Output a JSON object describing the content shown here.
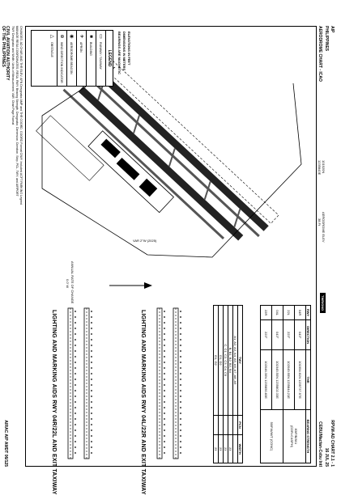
{
  "header": {
    "left_top": "AIP",
    "left_sub": "PHILIPPINES",
    "right_top": "RPVM-AD CHART 2.1 - 1",
    "right_date": "16 JUL 25",
    "chart_title": "AERODROME CHART - ICAO",
    "coords_lat": "101920N",
    "coords_lon": "1235843E",
    "elev_label": "AERODROME ELEV",
    "elev_value": "38 Ft",
    "badge": "TWR/GND",
    "airport": "CEBU/Mactan-Cebu Intl"
  },
  "runway_table": {
    "columns": [
      "RWY",
      "DIRECTION",
      "THR",
      "BEARING STRENGTH"
    ],
    "rows": [
      {
        "rwy": "04R",
        "dir": "043°",
        "thr": "101954.61N 1235737.57E"
      },
      {
        "rwy": "22L",
        "dir": "223°",
        "thr": "102049.95N 1235844.21E"
      },
      {
        "rwy": "04L",
        "dir": "043°",
        "thr": "101945.50N 1235802.33E"
      },
      {
        "rwy": "22R",
        "dir": "223°",
        "thr": "102046.30N 1235850.83E"
      }
    ],
    "strength_a": "83/F/B/X/U",
    "strength_b": "(CDR=C4SPH)",
    "strength_c": "50/F/A/W/T (CONC)"
  },
  "twy_table": {
    "columns": [
      "TWY",
      "PCN",
      "WIDTH"
    ],
    "rows": [
      {
        "twy": "A1, A2, A3, A4, A5, A6, A7, A8, A9",
        "pcn": "",
        "width": ""
      },
      {
        "twy": "B, B1, B2, B3, B4",
        "pcn": "",
        "width": "23"
      },
      {
        "twy": "C, C1, C2, C3, C4, C5",
        "pcn": "",
        "width": "23"
      },
      {
        "twy": "D1, D2",
        "pcn": "",
        "width": "23"
      },
      {
        "twy": "G1, G2",
        "pcn": "",
        "width": "23"
      }
    ]
  },
  "magvar": {
    "label": "VAR 2°W (2025)",
    "annual_label": "ANNUAL RATE OF CHANGE",
    "annual_value": "0.0' W"
  },
  "sections": {
    "lighting_22r": "LIGHTING AND MARKING AIDS RWY 04L/22R AND EXIT TAXIWAY",
    "lighting_22l": "LIGHTING AND MARKING AIDS RWY 04R/22L AND EXIT TAXIWAY"
  },
  "notes": {
    "elevations": "ELEVATIONS IN FEET",
    "dimensions": "DIMENSIONS IN METERS",
    "bearings": "BEARINGS ARE MAGNETIC"
  },
  "legend": {
    "title": "LEGEND",
    "items": [
      {
        "sym": "▭",
        "label": "RUNWAY / TAXIWAY"
      },
      {
        "sym": "■",
        "label": "BUILDING"
      },
      {
        "sym": "✈",
        "label": "APRON"
      },
      {
        "sym": "◉",
        "label": "AERODROME BEACON"
      },
      {
        "sym": "⊕",
        "label": "WIND DIRECTION INDICATOR"
      },
      {
        "sym": "△",
        "label": "OBSTACLE"
      }
    ]
  },
  "changes": {
    "line1": "CHANGES: AD CHAR AND THR ELEV. AFN Designator AMP and THR COORD. COORD Format CIWY. Included ACFT PARKING Legend",
    "line2": "MANAGE RESA COORDINATES; RESA, RWY. Bearing Strength, Designator, Dimension, Direction, Strip, PCL, TWY, and AIRPORT",
    "line3": "TWY Designator and Width. Units of Measurement. VAR. Chart Page Format"
  },
  "footer": {
    "authority_line1": "CIVIL AVIATION AUTHORITY",
    "authority_line2": "OF THE PHILIPPINES",
    "amdt": "AIRAC AIP AMDT 06/125"
  }
}
